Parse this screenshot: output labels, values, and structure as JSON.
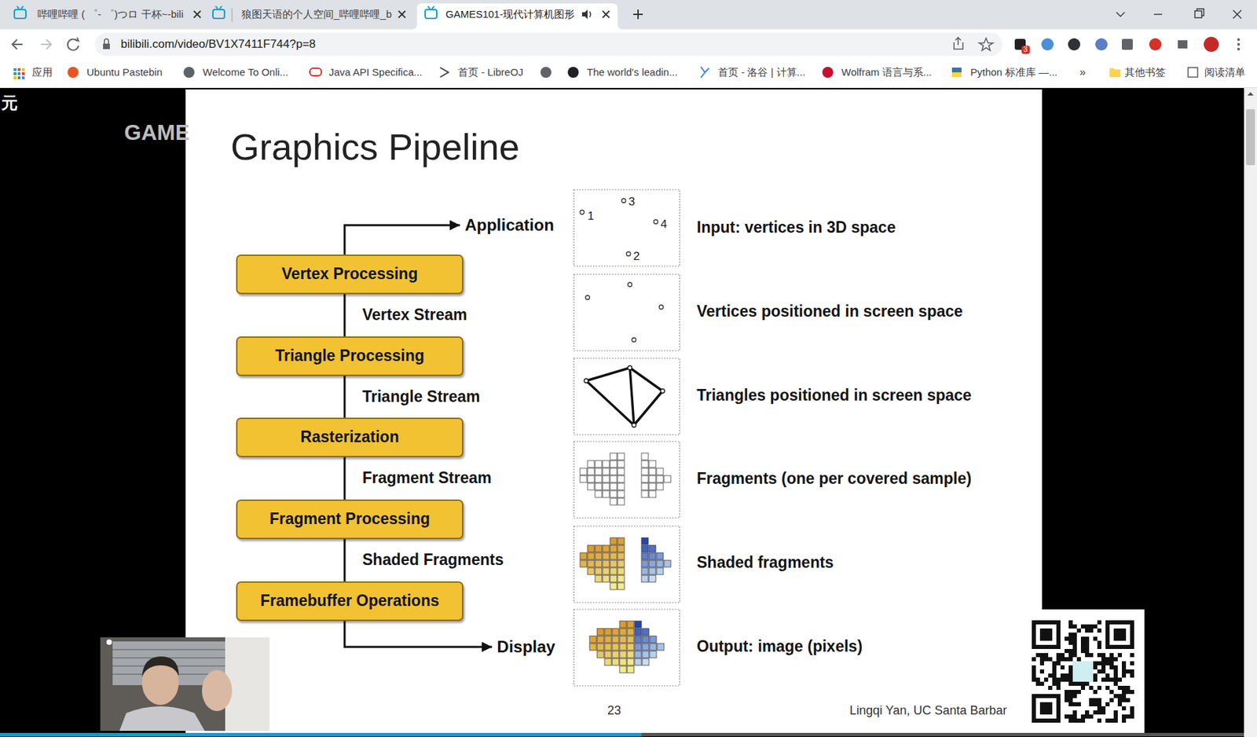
{
  "diagram": {
    "title": "Graphics Pipeline",
    "nodes": [
      {
        "text": [
          "Application"
        ]
      },
      {
        "text": [
          "Vertex Processing"
        ]
      },
      {
        "text": [
          "Triangle Processing"
        ]
      },
      {
        "text": [
          "Rasterization"
        ]
      },
      {
        "text": [
          "Fragment Processing"
        ]
      },
      {
        "text": [
          "Framebuffer Operations"
        ]
      },
      {
        "text": [
          "Display"
        ]
      }
    ],
    "edges": [
      {
        "from": 1,
        "to": 0,
        "arrow": "to"
      },
      {
        "from": 1,
        "to": 2,
        "label": "Vertex Stream",
        "arrow": "none"
      },
      {
        "from": 2,
        "to": 3,
        "label": "Triangle Stream",
        "arrow": "none"
      },
      {
        "from": 3,
        "to": 4,
        "label": "Fragment Stream",
        "arrow": "none"
      },
      {
        "from": 4,
        "to": 5,
        "label": "Shaded Fragments",
        "arrow": "none"
      },
      {
        "from": 5,
        "to": 6,
        "arrow": "to"
      }
    ],
    "labels": [
      "哔哩哔哩 ( ゜- ゜)つロ 干杯~-bili",
      "狼图天语的个人空间_哔哩哔哩_b",
      "GAMES101-现代计算机图形",
      "bilibili.com/video/BV1X7411F744?p=8",
      "3",
      "应用",
      "Ubuntu Pastebin",
      "Welcome To Onli...",
      "Java API Specifica...",
      "首页 - LibreOJ",
      "The world's leadin...",
      "首页 - 洛谷 | 计算...",
      "Wolfram 语言与系...",
      "Python 标准库 —...",
      "»",
      "其他书签",
      "阅读清单",
      "元",
      "GAME",
      "1",
      "3",
      "4",
      "2",
      "Input: vertices in 3D space",
      "Vertices positioned in screen space",
      "Triangles positioned in screen space",
      "Fragments (one per covered sample)",
      "Shaded fragments",
      "Output: image (pixels)",
      "23",
      "Lingqi Yan, UC Santa Barbar"
    ]
  }
}
